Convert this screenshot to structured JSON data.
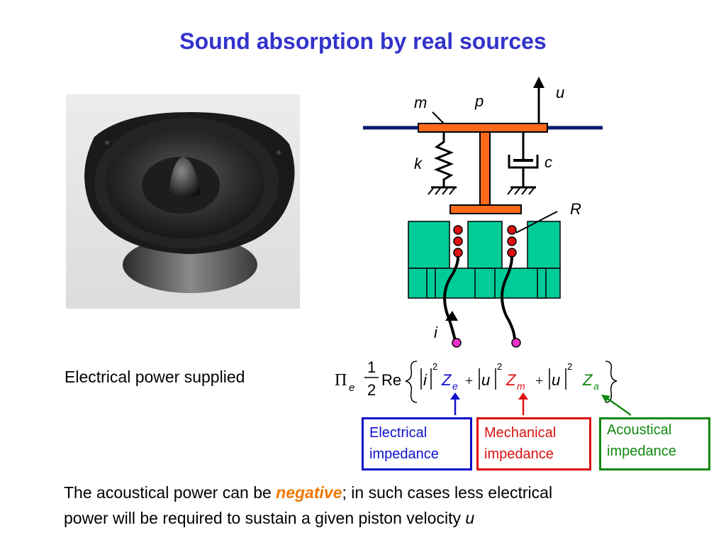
{
  "title": "Sound absorption by real sources",
  "diagram": {
    "label_u": "u",
    "label_m": "m",
    "label_p": "p",
    "label_k": "k",
    "label_c": "c",
    "label_R": "R",
    "label_i": "i"
  },
  "electrical_power_label": "Electrical power supplied",
  "formula": {
    "pi": "Π",
    "pi_sub": "e",
    "frac_num": "1",
    "frac_den": "2",
    "re": "Re",
    "i": "i",
    "u": "u",
    "sq": "2",
    "plus": "+",
    "Z": "Z",
    "sub_e": "e",
    "sub_m": "m",
    "sub_a": "a"
  },
  "boxes": {
    "electrical": [
      "Electrical",
      "impedance"
    ],
    "mechanical": [
      "Mechanical",
      "impedance"
    ],
    "acoustical": [
      "Acoustical",
      "impedance"
    ]
  },
  "note": {
    "part1": "The acoustical power can be ",
    "negative": "negative",
    "part2": "; in such cases less electrical",
    "line2": "power will be required to sustain a given piston velocity ",
    "var": "u"
  },
  "colors": {
    "title": "#3333cc",
    "blue": "#1010cc",
    "red": "#dd1111",
    "green": "#118811",
    "orange": "#ee7700",
    "piston": "#ff6a1a",
    "magnet": "#00cc99"
  }
}
